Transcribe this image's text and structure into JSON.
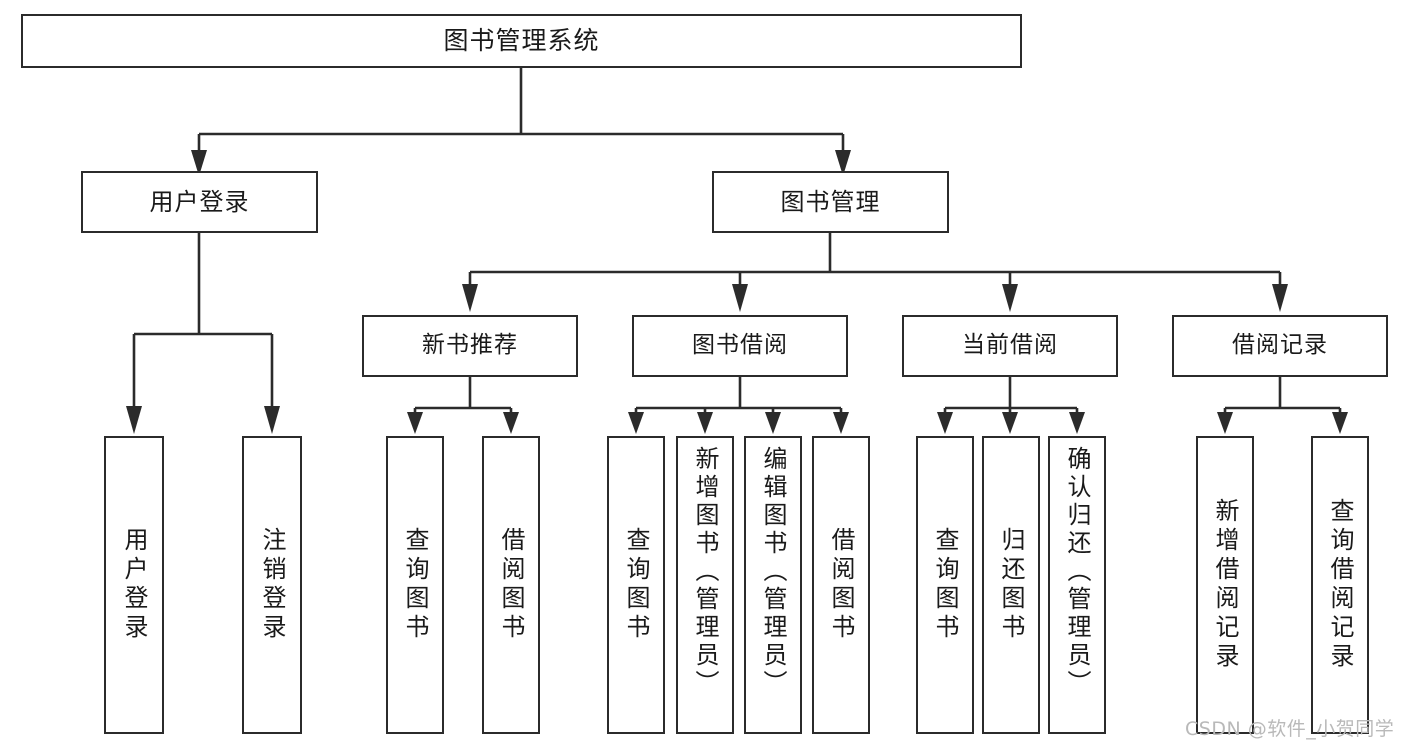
{
  "diagram": {
    "title": "图书管理系统",
    "type": "hierarchy-tree",
    "root": {
      "label": "图书管理系统"
    },
    "tier2": [
      {
        "label": "用户登录"
      },
      {
        "label": "图书管理"
      }
    ],
    "tier3": [
      {
        "label": "新书推荐"
      },
      {
        "label": "图书借阅"
      },
      {
        "label": "当前借阅"
      },
      {
        "label": "借阅记录"
      }
    ],
    "leaves": {
      "user_login": [
        {
          "label": "用户登录"
        },
        {
          "label": "注销登录"
        }
      ],
      "new_book_recommend": [
        {
          "label": "查询图书"
        },
        {
          "label": "借阅图书"
        }
      ],
      "book_borrow": [
        {
          "label": "查询图书"
        },
        {
          "label": "新增图书（管理员）"
        },
        {
          "label": "编辑图书（管理员）"
        },
        {
          "label": "借阅图书"
        }
      ],
      "current_borrow": [
        {
          "label": "查询图书"
        },
        {
          "label": "归还图书"
        },
        {
          "label": "确认归还（管理员）"
        }
      ],
      "borrow_record": [
        {
          "label": "新增借阅记录"
        },
        {
          "label": "查询借阅记录"
        }
      ]
    }
  },
  "watermark": {
    "text": "CSDN @软件_小贺同学"
  },
  "colors": {
    "stroke": "#2b2b2b",
    "background": "#ffffff",
    "text": "#1a1a1a",
    "watermark": "#b9b9b9"
  }
}
